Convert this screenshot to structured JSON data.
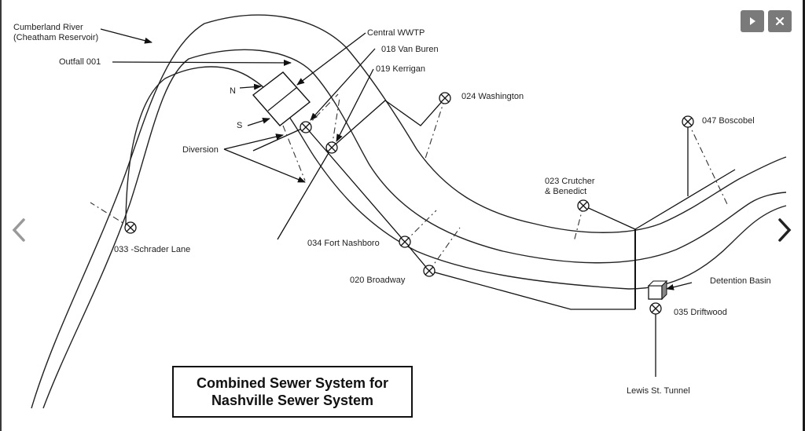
{
  "controls": {
    "play_label": "Play slideshow",
    "close_label": "Close",
    "prev_label": "Previous",
    "next_label": "Next"
  },
  "diagram": {
    "title_line1": "Combined Sewer System for",
    "title_line2": "Nashville Sewer System",
    "labels": {
      "river_1": "Cumberland River",
      "river_2": "(Cheatham Reservoir)",
      "outfall": "Outfall 001",
      "wwtp": "Central WWTP",
      "van_buren": "018 Van Buren",
      "kerrigan": "019 Kerrigan",
      "north": "N",
      "south": "S",
      "diversion": "Diversion",
      "washington": "024 Washington",
      "boscobel": "047 Boscobel",
      "crutcher_1": "023 Crutcher",
      "crutcher_2": "& Benedict",
      "schrader": "033 -Schrader Lane",
      "fort_nashboro": "034 Fort Nashboro",
      "broadway": "020 Broadway",
      "detention": "Detention Basin",
      "driftwood": "035 Driftwood",
      "lewis": "Lewis St. Tunnel"
    }
  }
}
